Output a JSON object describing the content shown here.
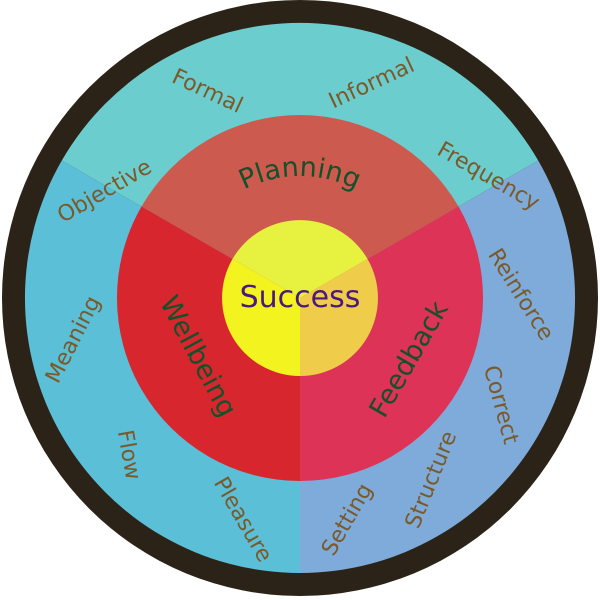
{
  "diagram": {
    "center": {
      "label": "Success"
    },
    "sections": [
      {
        "key": "planning",
        "label": "Planning",
        "colors": {
          "outer": "#6ccdcf",
          "middle": "#cd5a4e",
          "inner": "#e6f23f"
        },
        "items": [
          "Formal",
          "Informal",
          "Objective",
          "Frequency"
        ]
      },
      {
        "key": "wellbeing",
        "label": "Wellbeing",
        "colors": {
          "outer": "#5bbfd8",
          "middle": "#d8262f",
          "inner": "#f3f31f"
        },
        "items": [
          "Meaning",
          "Flow",
          "Pleasure"
        ]
      },
      {
        "key": "feedback",
        "label": "Feedback",
        "colors": {
          "outer": "#7eabd9",
          "middle": "#dc3356",
          "inner": "#efcd4a"
        },
        "items": [
          "Reinforce",
          "Correct",
          "Structure",
          "Setting"
        ]
      }
    ],
    "colors": {
      "rim": "#2b2317",
      "outer_text": "#7a5a2a",
      "inner_text": "#14502a",
      "center_text": "#4b1780"
    }
  }
}
